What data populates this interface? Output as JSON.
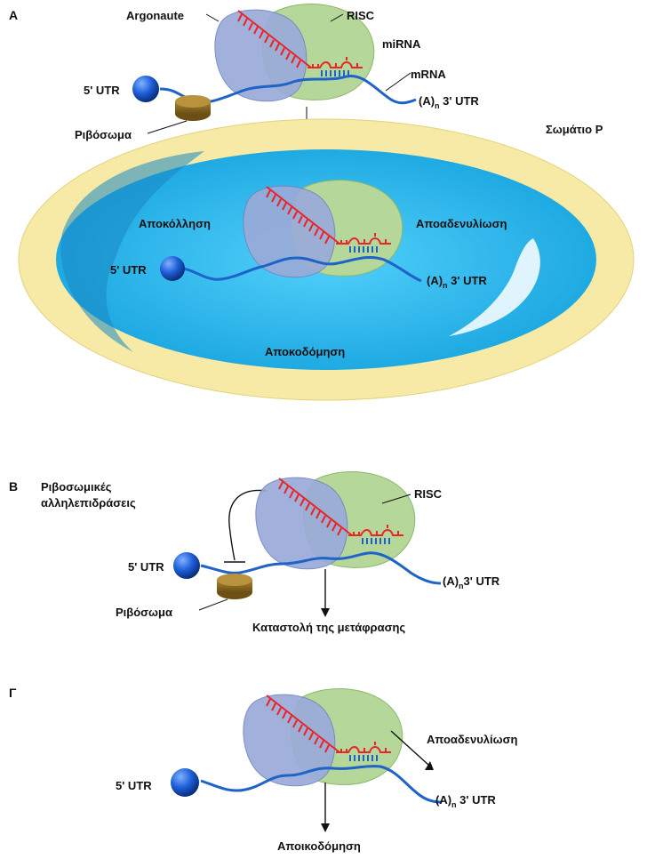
{
  "panels": {
    "a": {
      "letter": "A",
      "labels": {
        "argonaute": "Argonaute",
        "risc": "RISC",
        "mirna": "miRNA",
        "mrna": "mRNA",
        "utr5": "5' UTR",
        "utr3_poly": "(A)",
        "utr3_sub": "n",
        "utr3_suffix": " 3' UTR",
        "ribosome": "Ριβόσωμα",
        "p_body": "Σωμάτιο P",
        "decapping": "Αποκόλληση",
        "deadenylation": "Αποαδενυλίωση",
        "degradation": "Αποκοδόμηση",
        "inner_utr5": "5' UTR",
        "inner_utr3_poly": "(A)",
        "inner_utr3_sub": "n",
        "inner_utr3_suffix": " 3' UTR"
      }
    },
    "b": {
      "letter": "B",
      "labels": {
        "title_line1": "Ριβοσωμικές",
        "title_line2": "αλληλεπιδράσεις",
        "risc": "RISC",
        "utr5": "5' UTR",
        "utr3_poly": "(A)",
        "utr3_sub": "n",
        "utr3_suffix": "3' UTR",
        "ribosome": "Ριβόσωμα",
        "repression": "Καταστολή της μετάφρασης"
      }
    },
    "c": {
      "letter": "Γ",
      "labels": {
        "deadenylation": "Αποαδενυλίωση",
        "utr5": "5' UTR",
        "utr3_poly": "(A)",
        "utr3_sub": "n",
        "utr3_suffix": " 3' UTR",
        "degradation": "Αποικοδόμηση"
      }
    }
  },
  "colors": {
    "argonaute": "#8fa3d4",
    "risc": "#a8d08d",
    "mirna": "#e8262a",
    "mrna": "#1f63c8",
    "ribosome": "#8a6a1e",
    "p_body_outer": "#f6eaa6",
    "p_body_inner": "#26b0e8"
  }
}
